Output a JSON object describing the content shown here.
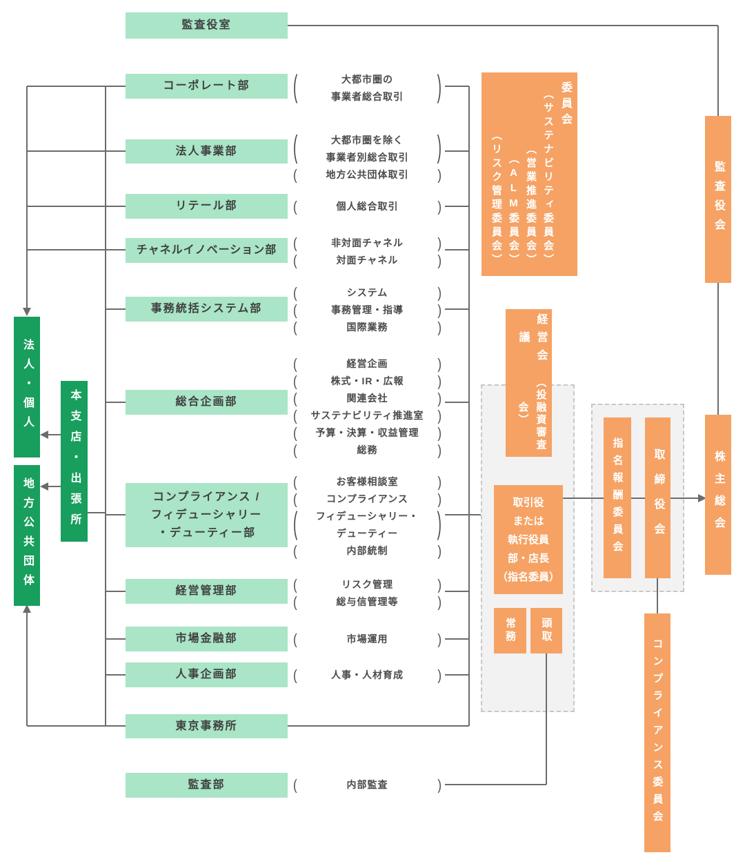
{
  "palette": {
    "mint": "#A9E5C6",
    "dark_green": "#189E5D",
    "orange": "#F5A264",
    "line_gray": "#6B6B6B",
    "label_text": "#3F3F3F",
    "desc_text": "#4A4A4A",
    "panel_bg": "#F2F2F2",
    "panel_border": "#C7C7C7"
  },
  "glyphs": {
    "open": "(",
    "close": ")",
    "jp_open": "（",
    "jp_close": "）"
  },
  "audit_office": "監査役室",
  "departments": {
    "corporate": "コーポレート部",
    "hojin": "法人事業部",
    "retail": "リテール部",
    "channel": "チャネルイノベーション部",
    "jimu": "事務統括システム部",
    "sogo": "総合企画部",
    "compliance": "コンプライアンス /\nフィデューシャリー\n・デューティー部",
    "keiei": "経営管理部",
    "shijo": "市場金融部",
    "jinji": "人事企画部",
    "tokyo": "東京事務所",
    "kansa": "監査部"
  },
  "descriptions": {
    "corporate": "大都市圏の\n事業者総合取引",
    "hojin_main": "大都市圏を除く\n事業者別総合取引",
    "hojin_sub": "地方公共団体取引",
    "retail": "個人総合取引",
    "channel_1": "非対面チャネル",
    "channel_2": "対面チャネル",
    "jimu_1": "システム",
    "jimu_2": "事務管理・指導",
    "jimu_3": "国際業務",
    "sogo_1": "経営企画",
    "sogo_2": "株式・IR・広報",
    "sogo_3": "関連会社",
    "sogo_4": "サステナビリティ推進室",
    "sogo_5": "予算・決算・収益管理",
    "sogo_6": "総務",
    "comp_1": "お客様相談室",
    "comp_2": "コンプライアンス",
    "comp_3": "フィデューシャリー・\nデューティー",
    "comp_4": "内部統制",
    "keiei_1": "リスク管理",
    "keiei_2": "総与信管理等",
    "shijo_1": "市場運用",
    "jinji_1": "人事・人材育成",
    "kansa_1": "内部監査"
  },
  "committees": {
    "title": "委員会",
    "items": [
      "（サステナビリティ委員会）",
      "（営業推進委員会）",
      "ALM委員会",
      "（リスク管理委員会）"
    ]
  },
  "management_council": {
    "main": "経営会議",
    "sub": "（投融資審査会）"
  },
  "executive": {
    "board": "取引役\nまたは\n執行役員\n部・店長\n（指名委員）",
    "jomu": "常務",
    "todori": "頭取"
  },
  "governance": {
    "shimei": "指名報酬委員会",
    "torishimari": "取締役会",
    "kabunushi": "株主総会",
    "kansayakukai": "監査役会",
    "compliance_committee": "コンプライアンス委員会"
  },
  "customers": {
    "hojin_kojin": "法人・個人",
    "chiho": "地方公共団体",
    "honshiten": "本支店・出張所"
  }
}
